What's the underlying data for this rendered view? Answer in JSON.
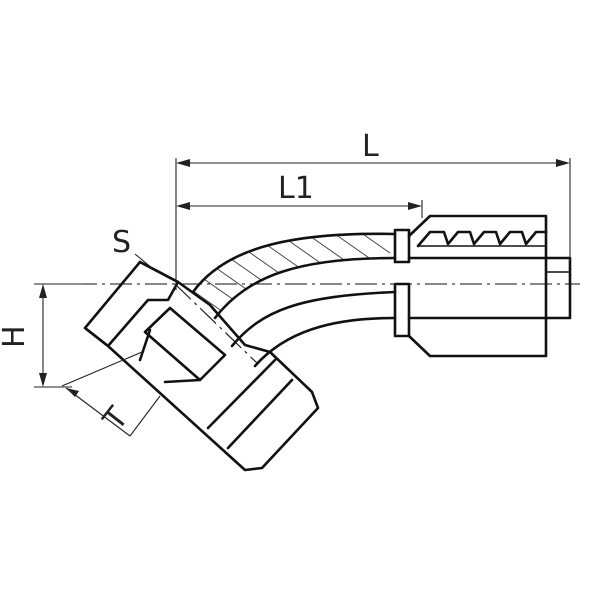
{
  "drawing": {
    "dimensions": {
      "overall_length": "L",
      "length_to_crimp": "L1",
      "hex_size": "S",
      "height_offset": "H",
      "thread": "T"
    },
    "line_color": "#111111"
  }
}
